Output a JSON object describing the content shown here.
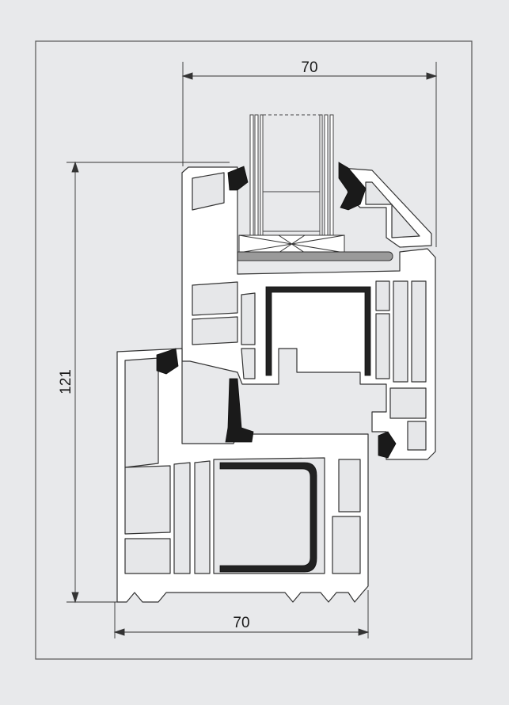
{
  "dimensions": {
    "top_width": "70",
    "bottom_width": "70",
    "height": "121"
  },
  "colors": {
    "background": "#e8e9eb",
    "frame_border": "#555555",
    "profile_fill": "#ffffff",
    "profile_stroke": "#333333",
    "chamber_fill": "#e6e7e9",
    "gasket": "#1a1a1a",
    "steel": "#222222",
    "glass_spacer": "#9a9a9a"
  }
}
